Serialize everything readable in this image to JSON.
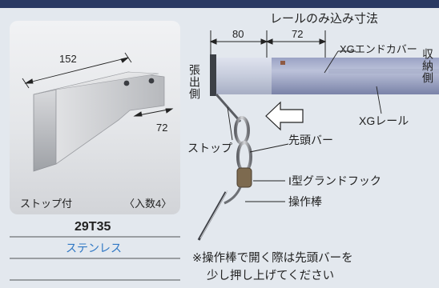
{
  "product": {
    "code": "29T35",
    "material": "ステンレス"
  },
  "photo_panel": {
    "dimension_length": "152",
    "dimension_depth": "72",
    "feature": "ストップ付",
    "quantity": "〈入数4〉"
  },
  "rail_drawing": {
    "title": "レールのみ込み寸法",
    "dimension_left": "80",
    "dimension_right": "72"
  },
  "labels": {
    "end_cover": "XGエンドカバー",
    "overhang_side": "張出側",
    "storage_side": "収納側",
    "rail": "XGレール",
    "stop": "ストップ",
    "lead_bar": "先頭バー",
    "hook": "I型グランドフック",
    "rod": "操作棒"
  },
  "note": {
    "line1": "※操作棒で開く際は先頭バーを",
    "line2": "少し押し上げてください"
  }
}
